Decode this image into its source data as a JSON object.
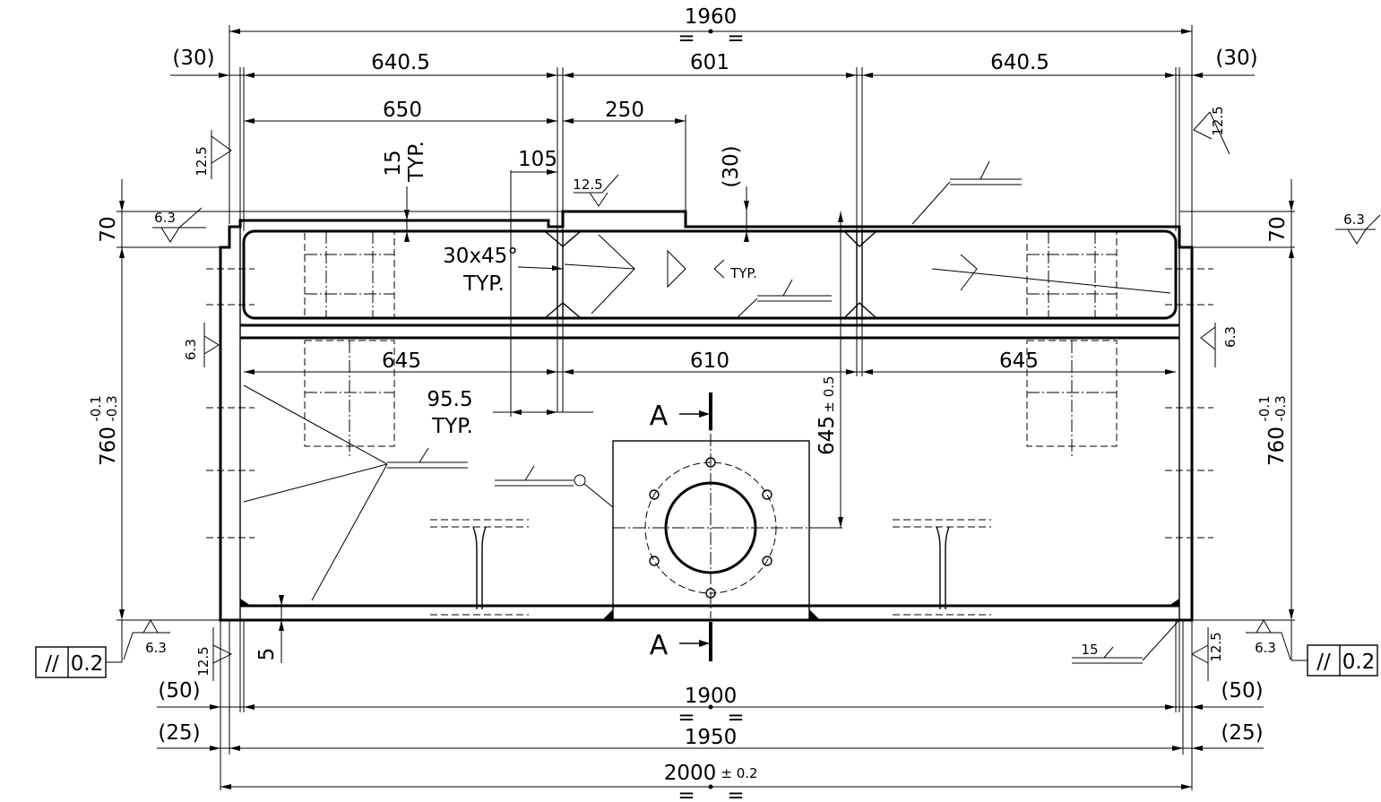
{
  "drawing": {
    "dims_top": {
      "overall": "1960",
      "left_offset": "(30)",
      "right_offset": "(30)",
      "seg_left": "640.5",
      "seg_mid": "601",
      "seg_right": "640.5",
      "d650": "650",
      "d250": "250",
      "d105": "105",
      "d15": "15",
      "typ": "TYP.",
      "d30": "(30)",
      "d70_left": "70",
      "d70_right": "70"
    },
    "dims_inner": {
      "left": "645",
      "mid": "610",
      "right": "645",
      "d95": "95.5",
      "typ": "TYP.",
      "chamfer": "30x45°",
      "chamfer_typ": "TYP.",
      "typ_small": "TYP.",
      "height_645": "645",
      "height_645_tol": "± 0.5"
    },
    "dims_side": {
      "height": "760",
      "tol_upper": "-0.1",
      "tol_lower": "-0.3",
      "d5": "5"
    },
    "weld_symbols": {
      "w12_5": "12.5",
      "w6_3": "6.3",
      "w15": "15"
    },
    "section": {
      "label": "A"
    },
    "tolerance_frame": {
      "symbol": "//",
      "value": "0.2"
    },
    "dims_bottom": {
      "d1900": "1900",
      "d1950": "1950",
      "d2000": "2000",
      "d2000_tol": "± 0.2",
      "left_50": "(50)",
      "right_50": "(50)",
      "left_25": "(25)",
      "right_25": "(25)",
      "symmetry": "="
    }
  }
}
